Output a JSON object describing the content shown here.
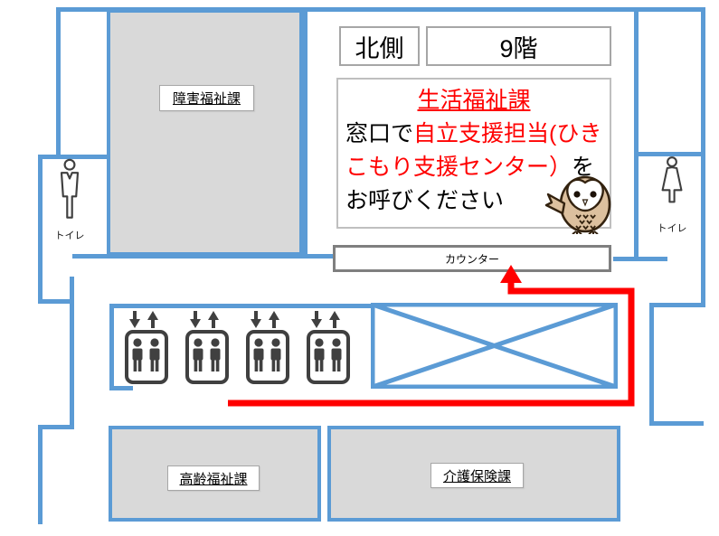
{
  "header": {
    "north_label": "北側",
    "floor_label": "9階"
  },
  "info_box": {
    "title": "生活福祉課",
    "body_black_1": "窓口で",
    "body_red_1": "自立支援担当(ひ",
    "body_red_2": "きこもり支援センター）",
    "body_black_2": "をお呼びください"
  },
  "rooms": {
    "top": "障害福祉課",
    "bottom_left": "高齢福祉課",
    "bottom_right": "介護保険課"
  },
  "counter": {
    "label": "カウンター"
  },
  "toilets": {
    "left_label": "トイレ",
    "right_label": "トイレ"
  },
  "elevators": {
    "count": 4
  },
  "icons": {
    "elevator": "elevator-with-up-down-arrows",
    "toilet_left": "man-pictogram",
    "toilet_right": "woman-pictogram",
    "mascot": "owl-pointing",
    "route": "red-arrow-route-to-counter",
    "void_area": "crossed-out-rectangle"
  },
  "colors": {
    "wall_blue": "#5B9BD5",
    "room_gray": "#D9D9D9",
    "route_red": "#FF0000",
    "icon_dark": "#404040",
    "counter_border": "#7F7F7F"
  }
}
